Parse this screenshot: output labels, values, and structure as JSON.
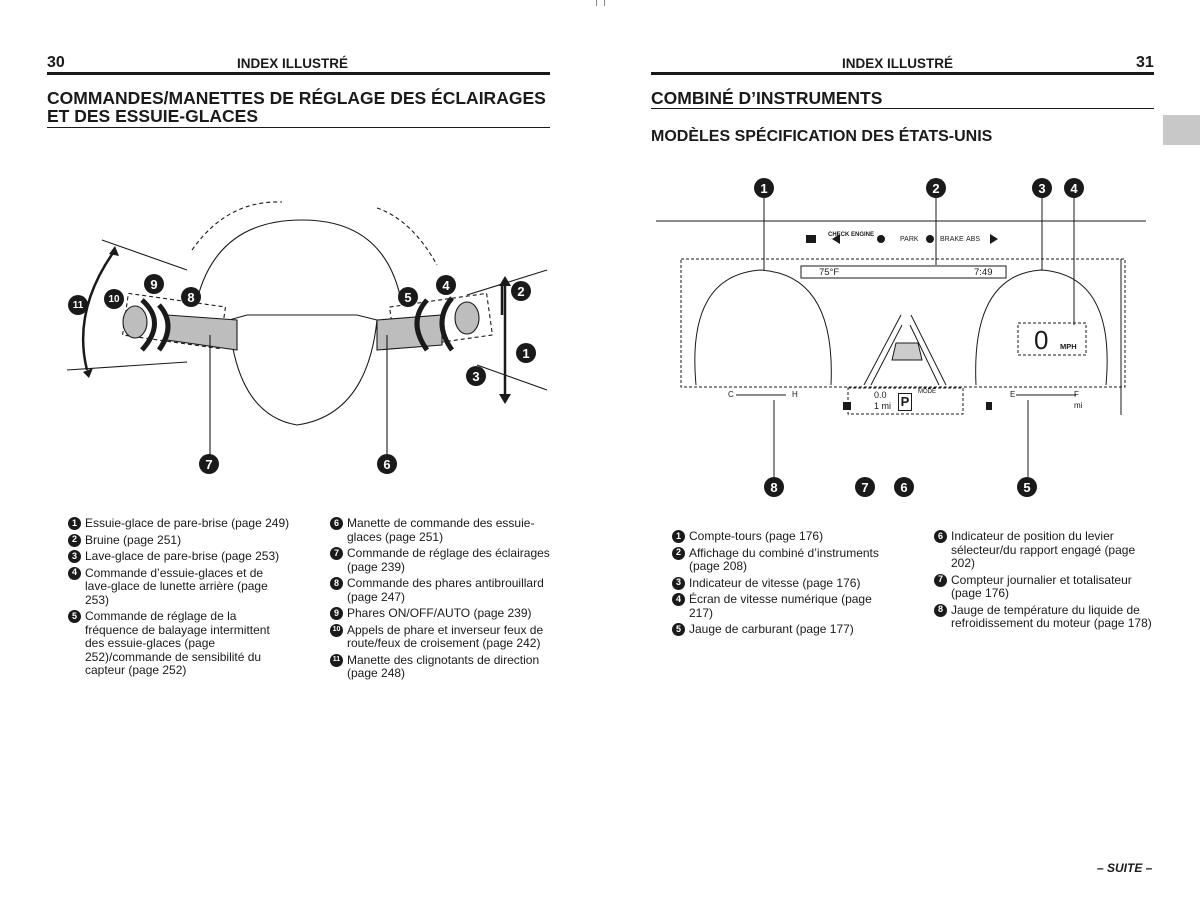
{
  "left_page": {
    "page_number": "30",
    "section_header": "INDEX ILLUSTRÉ",
    "title_line1": "COMMANDES/MANETTES DE RÉGLAGE DES ÉCLAIRAGES",
    "title_line2": "ET DES ESSUIE-GLACES",
    "callouts": [
      "1",
      "2",
      "3",
      "4",
      "5",
      "6",
      "7",
      "8",
      "9",
      "10",
      "11"
    ],
    "legend_col1": [
      {
        "num": "1",
        "text": "Essuie-glace de pare-brise (page 249)"
      },
      {
        "num": "2",
        "text": "Bruine (page 251)"
      },
      {
        "num": "3",
        "text": "Lave-glace de pare-brise (page 253)"
      },
      {
        "num": "4",
        "text": "Commande d’essuie-glaces et de lave-glace de lunette arrière (page 253)"
      },
      {
        "num": "5",
        "text": "Commande de réglage de la fréquence de balayage intermittent des essuie-glaces (page 252)/commande de sensibilité du capteur (page 252)"
      }
    ],
    "legend_col2": [
      {
        "num": "6",
        "text": "Manette de commande des essuie-glaces (page 251)"
      },
      {
        "num": "7",
        "text": "Commande de réglage des éclairages (page 239)"
      },
      {
        "num": "8",
        "text": "Commande des phares antibrouillard (page 247)"
      },
      {
        "num": "9",
        "text": "Phares ON/OFF/AUTO (page 239)"
      },
      {
        "num": "10",
        "text": "Appels de phare et inverseur feux de route/feux de croisement (page 242)"
      },
      {
        "num": "11",
        "text": "Manette des clignotants de direction (page 248)"
      }
    ]
  },
  "right_page": {
    "page_number": "31",
    "section_header": "INDEX ILLUSTRÉ",
    "title": "COMBINÉ D’INSTRUMENTS",
    "subtitle": "MODÈLES SPÉCIFICATION DES ÉTATS-UNIS",
    "cluster": {
      "top_icons": [
        "CHECK ENGINE",
        "PARK",
        "BRAKE",
        "ABS"
      ],
      "temperature": "75°F",
      "clock": "7:49",
      "speed_value": "0",
      "speed_unit": "MPH",
      "odo_trip": "0.0",
      "odo_total": "1 mi",
      "gear": "P",
      "mode_label": "MODE",
      "temp_low": "C",
      "temp_high": "H",
      "fuel_empty": "E",
      "fuel_full": "F",
      "fuel_unit": "mi"
    },
    "callouts_top": [
      "1",
      "2",
      "3",
      "4"
    ],
    "callouts_bottom": [
      "8",
      "7",
      "6",
      "5"
    ],
    "legend_col1": [
      {
        "num": "1",
        "text": "Compte-tours (page 176)"
      },
      {
        "num": "2",
        "text": "Affichage du combiné d’instruments (page 208)"
      },
      {
        "num": "3",
        "text": "Indicateur de vitesse (page 176)"
      },
      {
        "num": "4",
        "text": "Écran de vitesse numérique (page 217)"
      },
      {
        "num": "5",
        "text": "Jauge de carburant (page 177)"
      }
    ],
    "legend_col2": [
      {
        "num": "6",
        "text": "Indicateur de position du levier sélecteur/du rapport engagé (page 202)"
      },
      {
        "num": "7",
        "text": "Compteur journalier et totalisateur (page 176)"
      },
      {
        "num": "8",
        "text": "Jauge de température du liquide de refroidissement du moteur (page 178)"
      }
    ],
    "footer": "– SUITE –"
  }
}
